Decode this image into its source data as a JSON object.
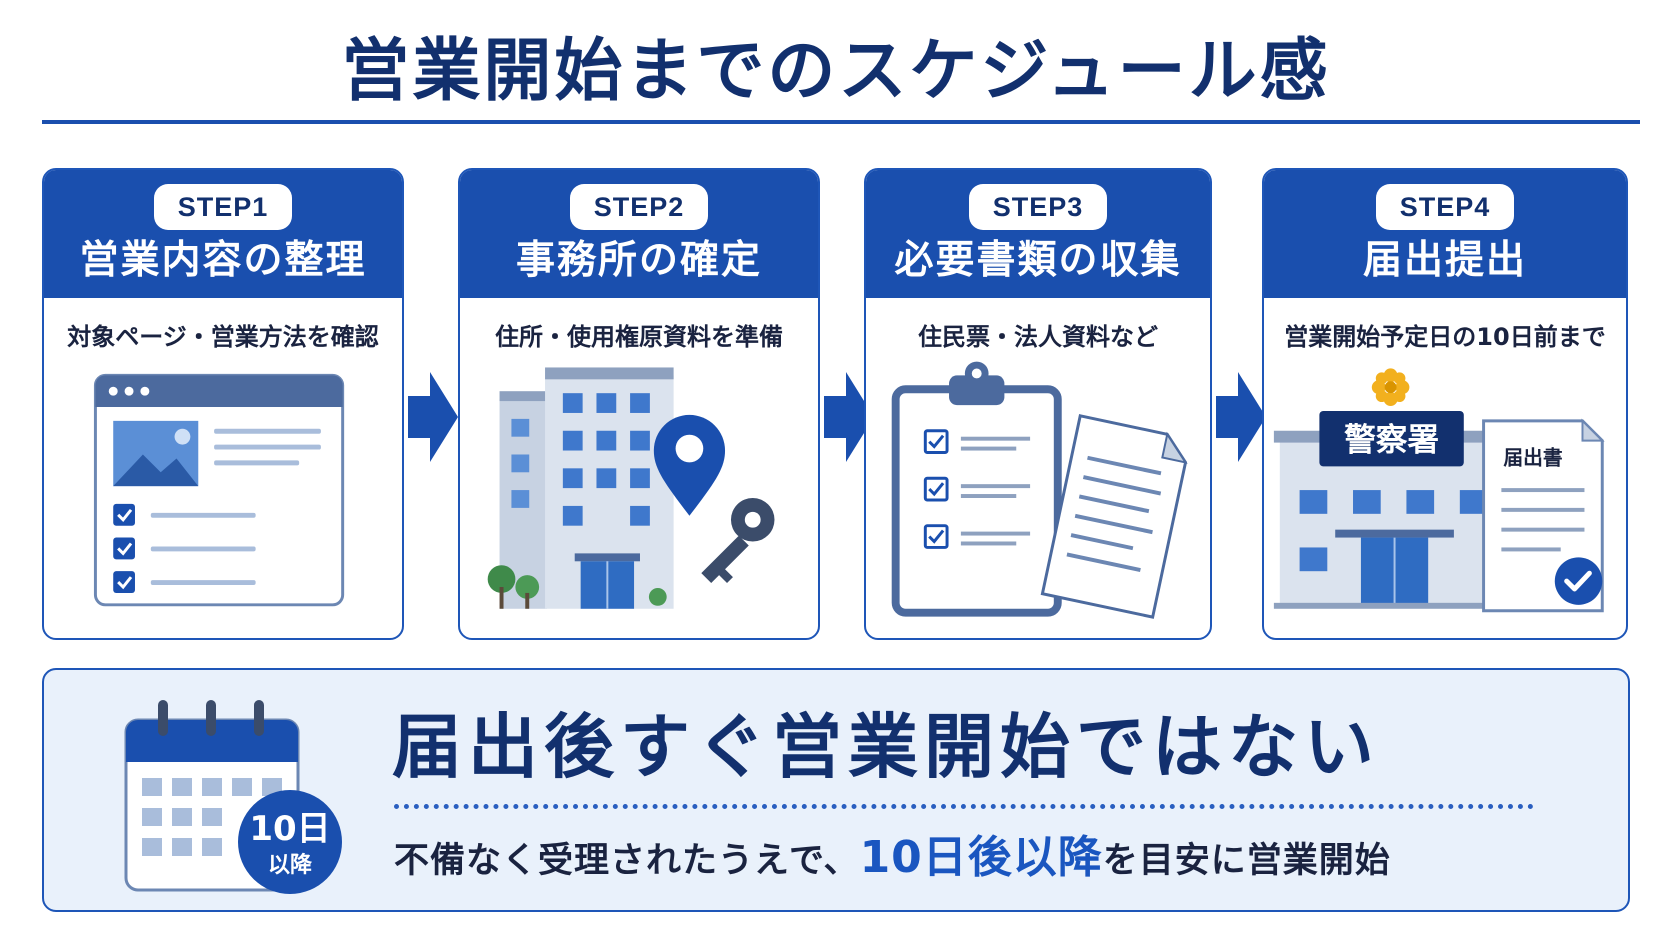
{
  "title": "営業開始までのスケジュール感",
  "steps": [
    {
      "label": "STEP1",
      "title": "営業内容の整理",
      "desc": "対象ページ・営業方法を確認"
    },
    {
      "label": "STEP2",
      "title": "事務所の確定",
      "desc": "住所・使用権原資料を準備"
    },
    {
      "label": "STEP3",
      "title": "必要書類の収集",
      "desc": "住民票・法人資料など"
    },
    {
      "label": "STEP4",
      "title": "届出提出",
      "desc": "営業開始予定日の10日前まで",
      "station_sign": "警察署",
      "form_label": "届出書"
    }
  ],
  "bottom": {
    "title": "届出後すぐ営業開始ではない",
    "sub_before": "不備なく受理されたうえで、",
    "sub_highlight": "10日後以降",
    "sub_after": "を目安に営業開始",
    "calendar_badge_top": "10日",
    "calendar_badge_bottom": "以降"
  },
  "colors": {
    "primary": "#1a4fae",
    "navy": "#12306e",
    "accent": "#1a56c0",
    "panel_bg": "#e9f1fb"
  },
  "icons": {
    "step1": "browser-window-icon",
    "step2": "office-building-icon",
    "step3": "clipboard-checklist-icon",
    "step4": "police-station-icon",
    "bottom": "calendar-icon"
  }
}
